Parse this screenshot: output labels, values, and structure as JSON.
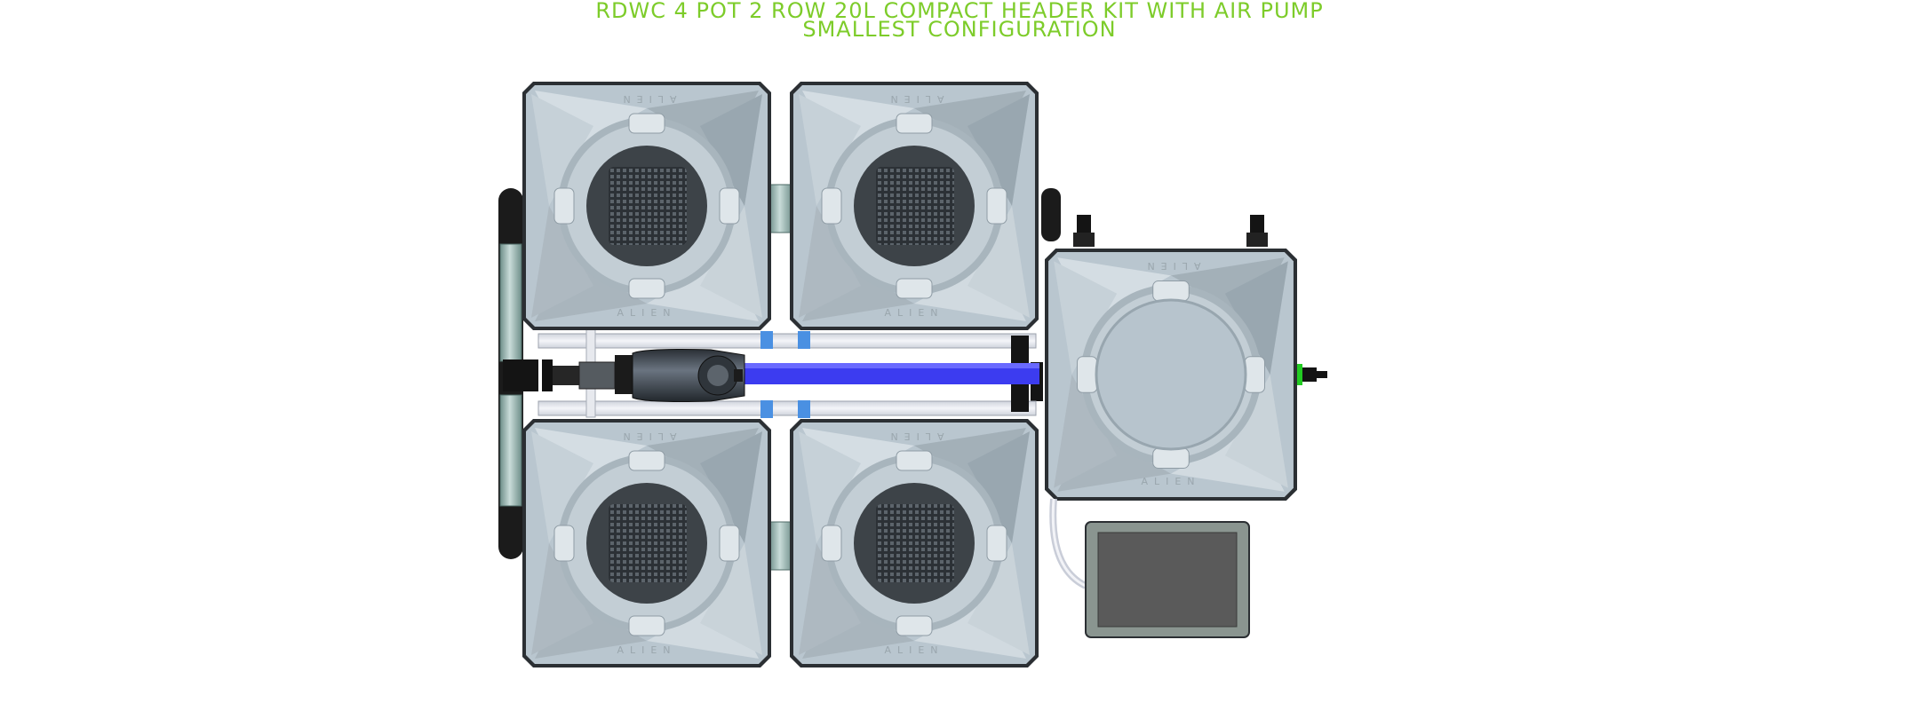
{
  "title": {
    "line1": "RDWC 4 POT 2 ROW 20L COMPACT HEADER KIT WITH AIR PUMP",
    "line2": "SMALLEST CONFIGURATION"
  },
  "brand_text": "ALIEN",
  "colors": {
    "title": "#7dcc2a",
    "pot_body": "#b9c6cf",
    "pot_face_light": "#d6dfe5",
    "pot_face_dark": "#97a5ae",
    "lid_dark": "#3d4348",
    "pipe_teal": "#9fb8b4",
    "hose_blue": "#3a3ae8",
    "clip_blue": "#4a90e2",
    "pump_screen": "#5a5a5a",
    "pump_body": "#8a9590",
    "valve_green": "#22cc22"
  }
}
